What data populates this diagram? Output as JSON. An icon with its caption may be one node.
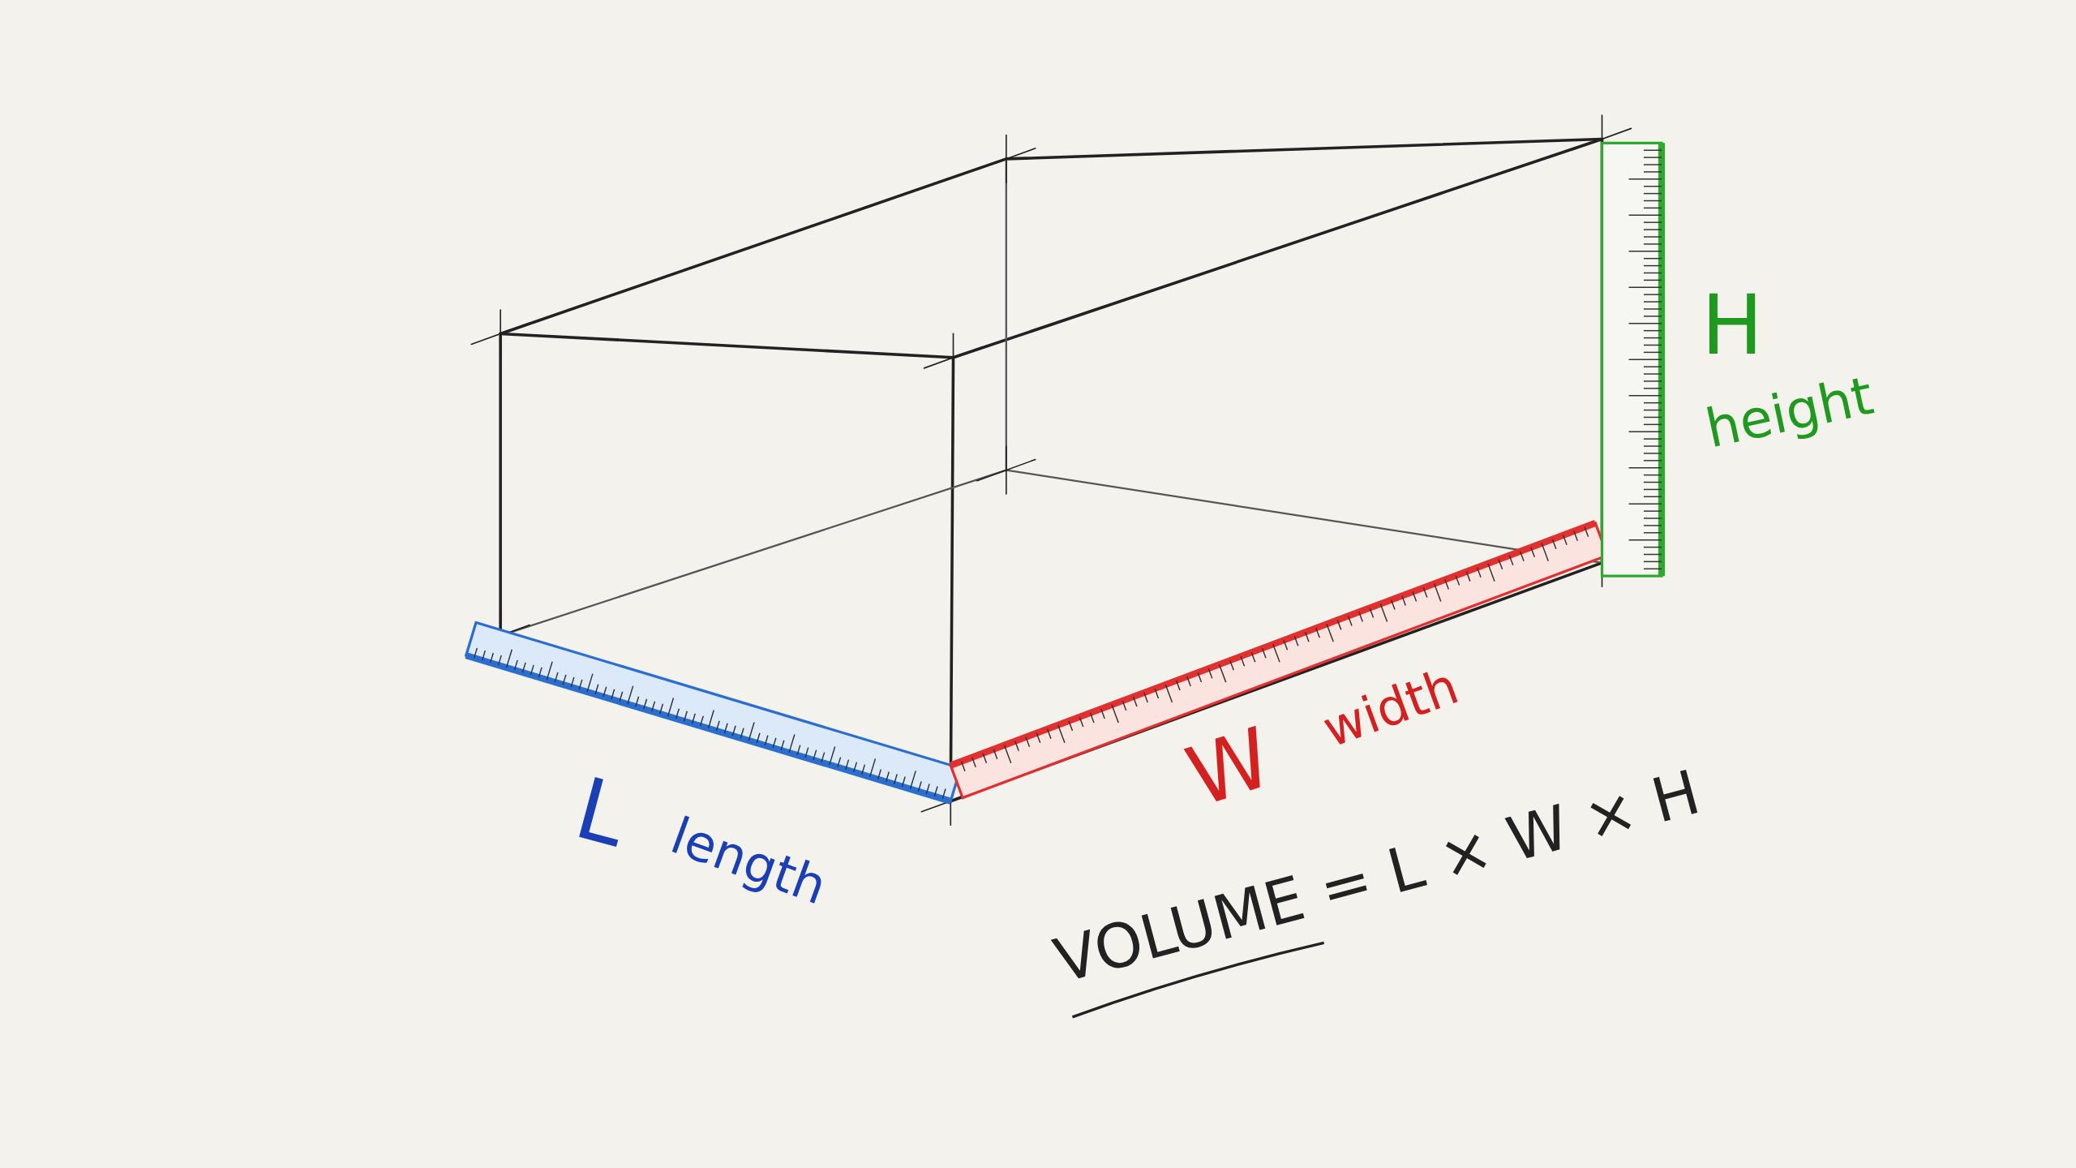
{
  "diagram": {
    "labels": [
      "L",
      "length",
      "W",
      "width",
      "H",
      "height",
      "VOLUME = L × W × H"
    ]
  }
}
